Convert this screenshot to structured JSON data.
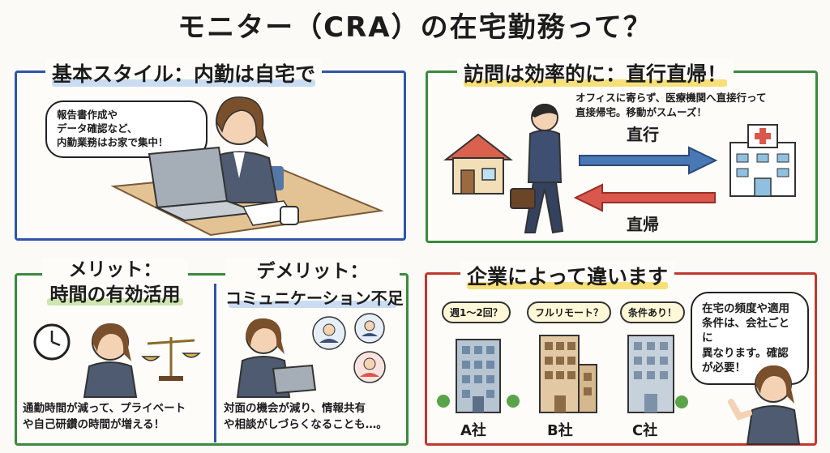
{
  "title": "モニター（CRA）の在宅勤務って？",
  "panel_home": {
    "title": "基本スタイル：内勤は自宅で",
    "bubble_lines": [
      "報告書作成や",
      "データ確認など、",
      "内勤業務はお家で集中！"
    ]
  },
  "panel_visit": {
    "title": "訪問は効率的に：直行直帰！",
    "desc_lines": [
      "オフィスに寄らず、医療機関へ直接行って",
      "直接帰宅。移動がスムーズ！"
    ],
    "arrow_go": "直行",
    "arrow_return": "直帰"
  },
  "panel_merit": {
    "title_lines": [
      "メリット：",
      "時間の有効活用"
    ],
    "text_lines": [
      "通勤時間が減って、プライベート",
      "や自己研鑽の時間が増える！"
    ]
  },
  "panel_demerit": {
    "title_lines": [
      "デメリット：",
      "コミュニケーション不足"
    ],
    "text_lines": [
      "対面の機会が減り、情報共有",
      "や相談がしづらくなることも…。"
    ]
  },
  "panel_company": {
    "title": "企業によって違います",
    "companies": [
      {
        "tag": "週1〜2回？",
        "name": "A社"
      },
      {
        "tag": "フルリモート？",
        "name": "B社"
      },
      {
        "tag": "条件あり！",
        "name": "C社"
      }
    ],
    "bubble_lines": [
      "在宅の頻度や適用",
      "条件は、会社ごとに",
      "異なります。確認",
      "が必要！"
    ]
  },
  "colors": {
    "blue_border": "#2e55a8",
    "green_border": "#3b8a3e",
    "red_border": "#c0382f",
    "arrow_blue": "#4a78b5",
    "arrow_red": "#d9574c"
  }
}
